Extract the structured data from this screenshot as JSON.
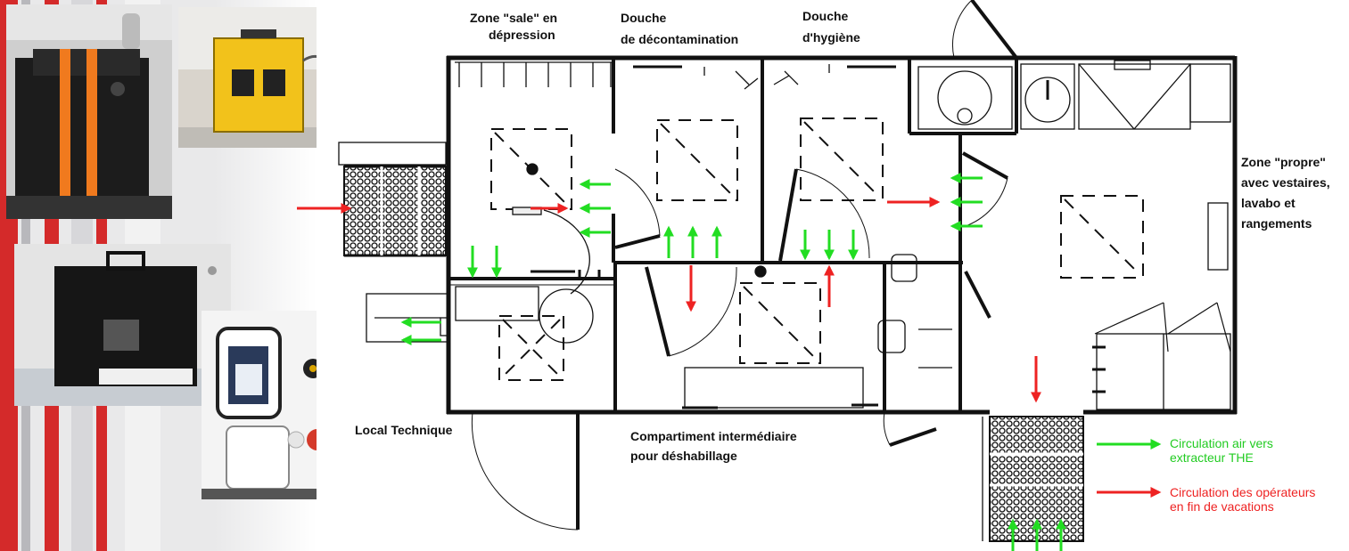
{
  "labels": {
    "zone_sale_line1": "Zone \"sale\" en",
    "zone_sale_line2": "dépression",
    "douche_decon_line1": "Douche",
    "douche_decon_line2": "de décontamination",
    "douche_hyg_line1": "Douche",
    "douche_hyg_line2": "d'hygiène",
    "zone_propre_line1": "Zone \"propre\"",
    "zone_propre_line2": "avec vestaires,",
    "zone_propre_line3": "lavabo et",
    "zone_propre_line4": "rangements",
    "local_technique": "Local Technique",
    "compartiment_line1": "Compartiment intermédiaire",
    "compartiment_line2": "pour déshabillage"
  },
  "legend": {
    "air_line1": "Circulation air vers",
    "air_line2": "extracteur THE",
    "operators_line1": "Circulation des opérateurs",
    "operators_line2": "en fin de vacations"
  },
  "colors": {
    "air_arrow": "#22dd22",
    "operator_arrow": "#ee2222",
    "background_stripe_red": "#d42a2a",
    "wall": "#111111"
  },
  "icons": [
    "filter-unit-photo",
    "yellow-case-photo",
    "black-box-photo",
    "vehicle-hatch-photo",
    "door-swing-icon",
    "shower-icon",
    "sink-icon",
    "toilet-icon",
    "grating-step-icon"
  ]
}
